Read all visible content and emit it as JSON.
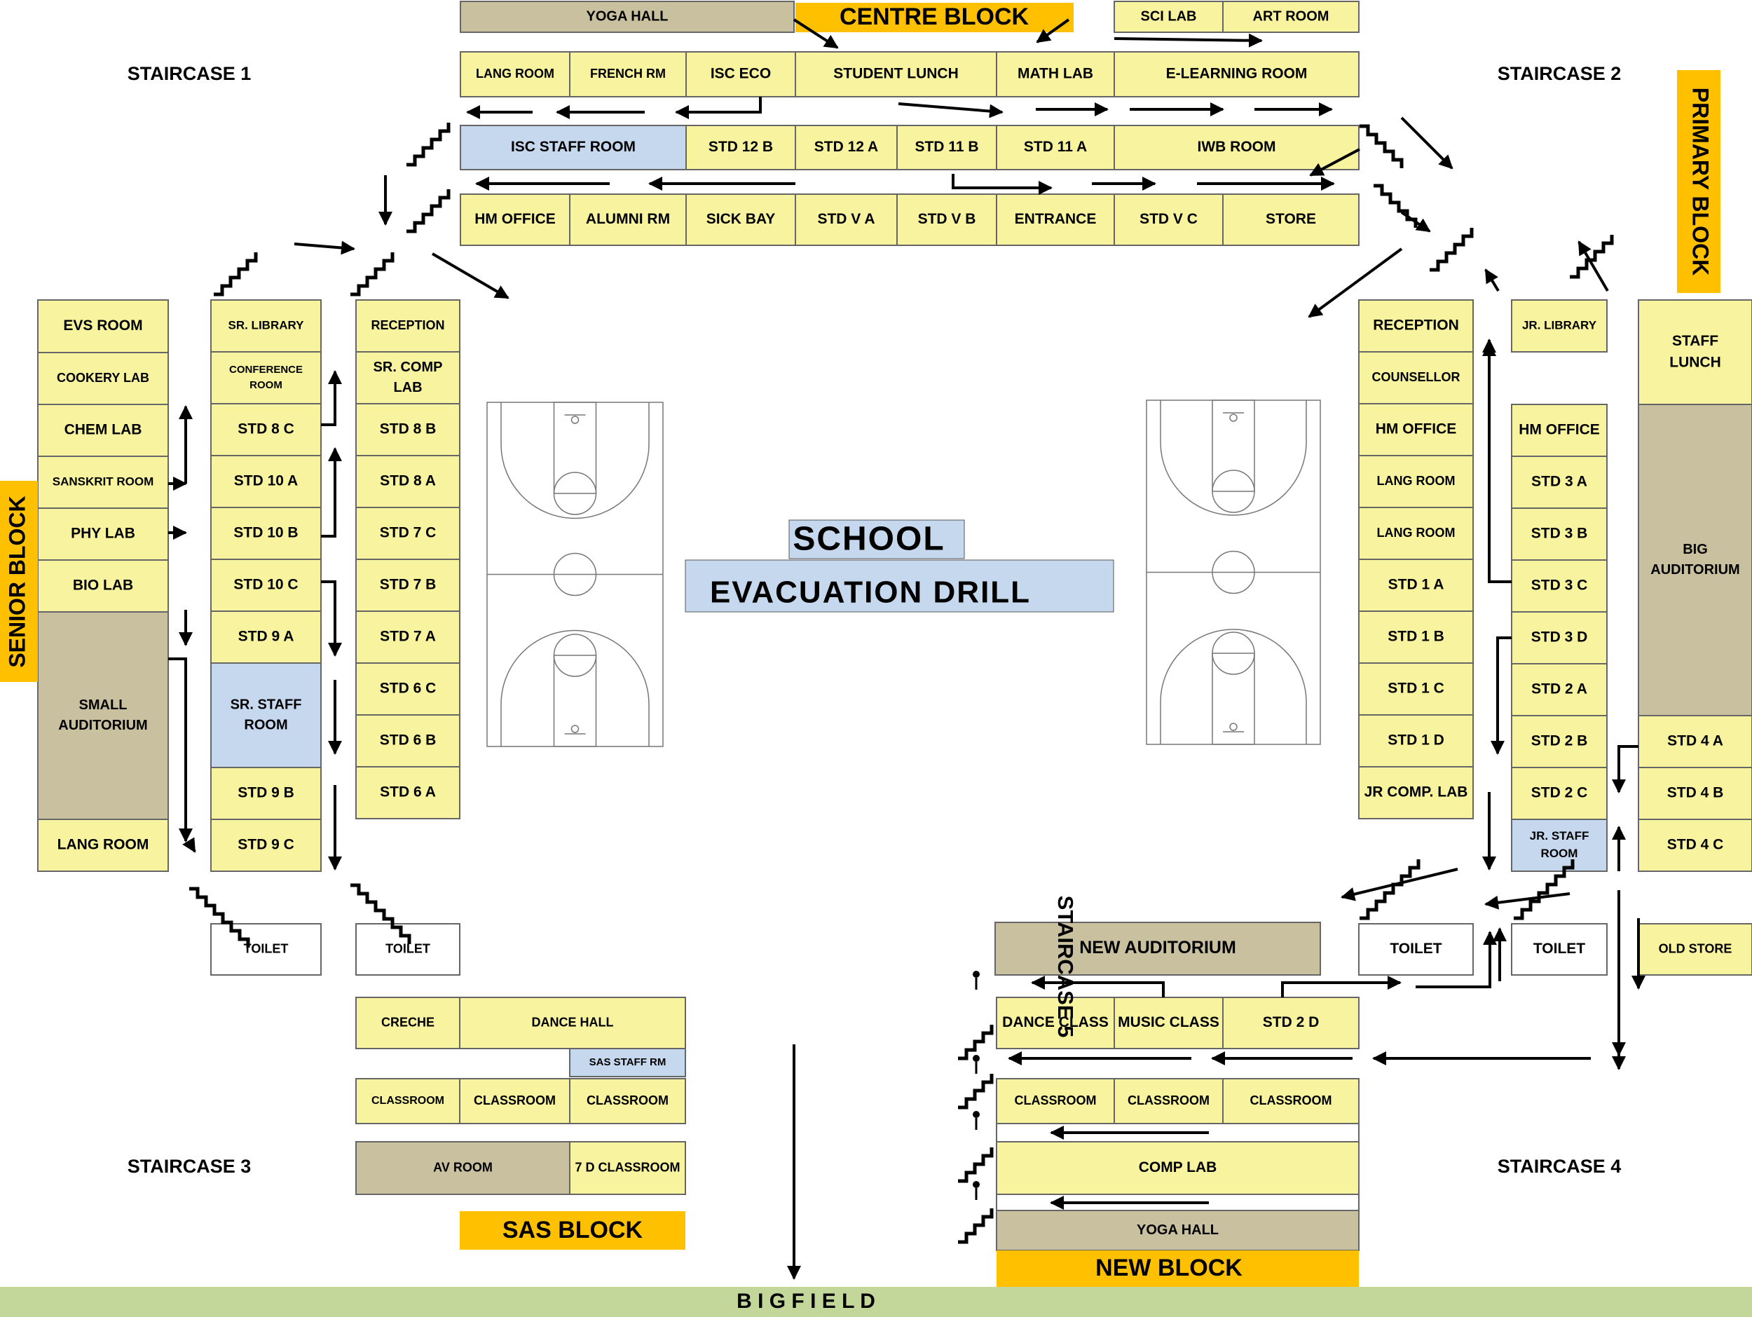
{
  "palette": {
    "room": "#F7F39E",
    "stage": "#C9C09F",
    "staff": "#C5D8EE",
    "block": "#FFC000",
    "field": "#C4D79B",
    "white": "#FFFFFF",
    "arrow": "#000000"
  },
  "drill_title": {
    "line1": "SCHOOL",
    "line2": "EVACUATION  DRILL"
  },
  "block_labels": {
    "centre": "CENTRE  BLOCK",
    "primary": "PRIMARY  BLOCK",
    "senior": "SENIOR  BLOCK",
    "sas": "SAS BLOCK",
    "new": "NEW BLOCK",
    "field": "B I G     F I E L D"
  },
  "staircases": {
    "s1": "STAIRCASE 1",
    "s2": "STAIRCASE 2",
    "s3": "STAIRCASE 3",
    "s4": "STAIRCASE 4",
    "s5": "STAIRCASE 5"
  },
  "rooms": {
    "yoga_hall_top": "YOGA HALL",
    "sci_lab": "SCI LAB",
    "art_room": "ART ROOM",
    "lang_room_top": "LANG ROOM",
    "french_rm": "FRENCH RM",
    "isc_eco": "ISC ECO",
    "student_lunch": "STUDENT LUNCH",
    "math_lab": "MATH LAB",
    "e_learning_room": "E-LEARNING ROOM",
    "isc_staff_room": "ISC STAFF ROOM",
    "std_12b": "STD 12 B",
    "std_12a": "STD 12 A",
    "std_11b": "STD 11 B",
    "std_11a": "STD 11 A",
    "iwb_room": "IWB ROOM",
    "hm_office_centre": "HM OFFICE",
    "alumni_rm": "ALUMNI RM",
    "sick_bay": "SICK BAY",
    "std_va": "STD V A",
    "std_vb": "STD V B",
    "entrance": "ENTRANCE",
    "std_vc": "STD V C",
    "store": "STORE",
    "evs_room": "EVS ROOM",
    "cookery_lab": "COOKERY LAB",
    "chem_lab": "CHEM LAB",
    "sanskrit_room": "SANSKRIT ROOM",
    "phy_lab": "PHY LAB",
    "bio_lab": "BIO LAB",
    "small_auditorium_1": "SMALL",
    "small_auditorium_2": "AUDITORIUM",
    "lang_room_senior": "LANG ROOM",
    "sr_library": "SR. LIBRARY",
    "conference_room_1": "CONFERENCE",
    "conference_room_2": "ROOM",
    "std_8c": "STD 8 C",
    "std_10a": "STD 10 A",
    "std_10b": "STD 10 B",
    "std_10c": "STD 10 C",
    "std_9a": "STD 9 A",
    "sr_staff_room_1": "SR. STAFF",
    "sr_staff_room_2": "ROOM",
    "std_9b": "STD 9 B",
    "std_9c": "STD 9 C",
    "reception_senior": "RECEPTION",
    "sr_comp_lab_1": "SR. COMP",
    "sr_comp_lab_2": "LAB",
    "std_8b": "STD 8 B",
    "std_8a": "STD 8 A",
    "std_7c": "STD 7 C",
    "std_7b": "STD 7 B",
    "std_7a": "STD 7 A",
    "std_6c": "STD 6 C",
    "std_6b": "STD 6 B",
    "std_6a": "STD 6 A",
    "toilet_1": "TOILET",
    "toilet_2": "TOILET",
    "toilet_3": "TOILET",
    "toilet_4": "TOILET",
    "reception_primary": "RECEPTION",
    "counsellor": "COUNSELLOR",
    "hm_office_primary_a": "HM OFFICE",
    "lang_room_p1": "LANG ROOM",
    "lang_room_p2": "LANG ROOM",
    "std_1a": "STD 1 A",
    "std_1b": "STD 1 B",
    "std_1c": "STD 1 C",
    "std_1d": "STD 1 D",
    "jr_comp_lab": "JR COMP. LAB",
    "jr_library": "JR. LIBRARY",
    "hm_office_primary_b": "HM OFFICE",
    "std_3a": "STD 3 A",
    "std_3b": "STD 3 B",
    "std_3c": "STD 3 C",
    "std_3d": "STD 3 D",
    "std_2a": "STD 2 A",
    "std_2b": "STD 2 B",
    "std_2c": "STD 2 C",
    "jr_staff_room_1": "JR. STAFF",
    "jr_staff_room_2": "ROOM",
    "staff_lunch_1": "STAFF",
    "staff_lunch_2": "LUNCH",
    "big_auditorium_1": "BIG",
    "big_auditorium_2": "AUDITORIUM",
    "std_4a": "STD 4 A",
    "std_4b": "STD 4 B",
    "std_4c": "STD 4 C",
    "old_store": "OLD STORE",
    "new_auditorium": "NEW AUDITORIUM",
    "dance_class": "DANCE CLASS",
    "music_class": "MUSIC CLASS",
    "std_2d": "STD 2 D",
    "classroom_n1": "CLASSROOM",
    "classroom_n2": "CLASSROOM",
    "classroom_n3": "CLASSROOM",
    "comp_lab": "COMP LAB",
    "yoga_hall_new": "YOGA HALL",
    "creche": "CRECHE",
    "dance_hall": "DANCE HALL",
    "sas_staff_rm": "SAS STAFF RM",
    "classroom_s1": "CLASSROOM",
    "classroom_s2": "CLASSROOM",
    "classroom_s3": "CLASSROOM",
    "av_room": "AV ROOM",
    "seven_d_classroom": "7 D CLASSROOM"
  }
}
